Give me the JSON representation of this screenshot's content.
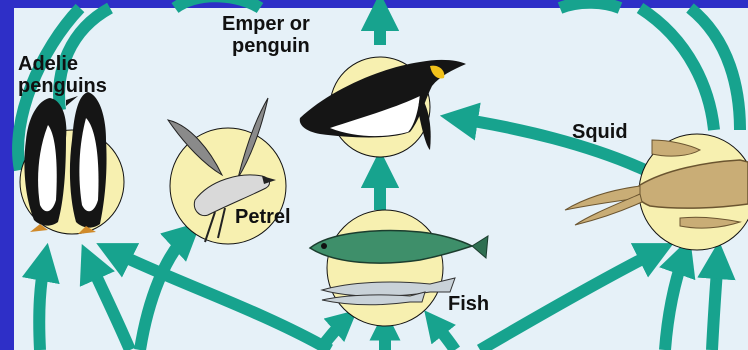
{
  "diagram": {
    "colors": {
      "background": "#2e2fc7",
      "panel": "#e6f1f8",
      "node": "#f7f0b0",
      "arrow": "#17a38e"
    },
    "labels": {
      "adelie": "Adelie\npenguins",
      "emperor": "Emper or\npenguin",
      "petrel": "Petrel",
      "fish": "Fish",
      "squid": "Squid"
    }
  }
}
